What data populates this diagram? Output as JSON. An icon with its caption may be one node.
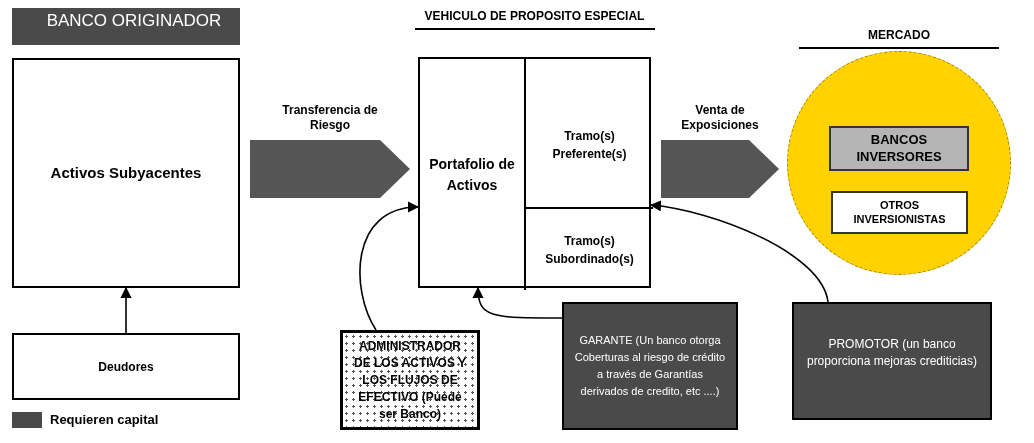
{
  "diagram": {
    "nodes": [
      {
        "text": [
          "BANCO ORIGINADOR"
        ]
      },
      {
        "text": [
          "Activos Subyacentes"
        ]
      },
      {
        "text": [
          "Deudores"
        ]
      },
      {
        "text": [
          "VEHICULO DE PROPOSITO ESPECIAL"
        ]
      },
      {
        "text": [
          "Portafolio de Activos"
        ],
        "in": 3
      },
      {
        "text": [
          "Tramo(s) Preferente(s)"
        ],
        "in": 3
      },
      {
        "text": [
          "Tramo(s) Subordinado(s)"
        ],
        "in": 3
      },
      {
        "text": [
          "MERCADO"
        ]
      },
      {
        "text": [
          "BANCOS INVERSORES"
        ],
        "in": 7
      },
      {
        "text": [
          "OTROS INVERSIONISTAS"
        ],
        "in": 7
      },
      {
        "text": [
          "ADMINISTRADOR DE LOS ACTIVOS Y LOS FLUJOS DE EFECTIVO (Puede ser Banco)"
        ]
      },
      {
        "text": [
          "GARANTE (Un banco otorga Coberturas al riesgo de crédito a través de Garantías derivados de credito, etc ....)"
        ]
      },
      {
        "text": [
          "PROMOTOR (un banco proporciona mejoras crediticias)"
        ]
      }
    ],
    "edges": [
      {
        "from": 1,
        "to": 3,
        "arrow": "to",
        "label": "Transferencia de Riesgo",
        "style": "thick",
        "color": "#555555"
      },
      {
        "from": 3,
        "to": 7,
        "arrow": "to",
        "label": "Venta de Exposiciones",
        "style": "thick",
        "color": "#555555"
      },
      {
        "from": 2,
        "to": 1,
        "arrow": "to"
      },
      {
        "from": 10,
        "to": 4,
        "arrow": "to"
      },
      {
        "from": 11,
        "to": 4,
        "arrow": "to"
      },
      {
        "from": 12,
        "to": 6,
        "arrow": "to"
      }
    ],
    "legend": [
      {
        "text": "Requieren capital",
        "color": "#4a4a4a"
      }
    ]
  }
}
